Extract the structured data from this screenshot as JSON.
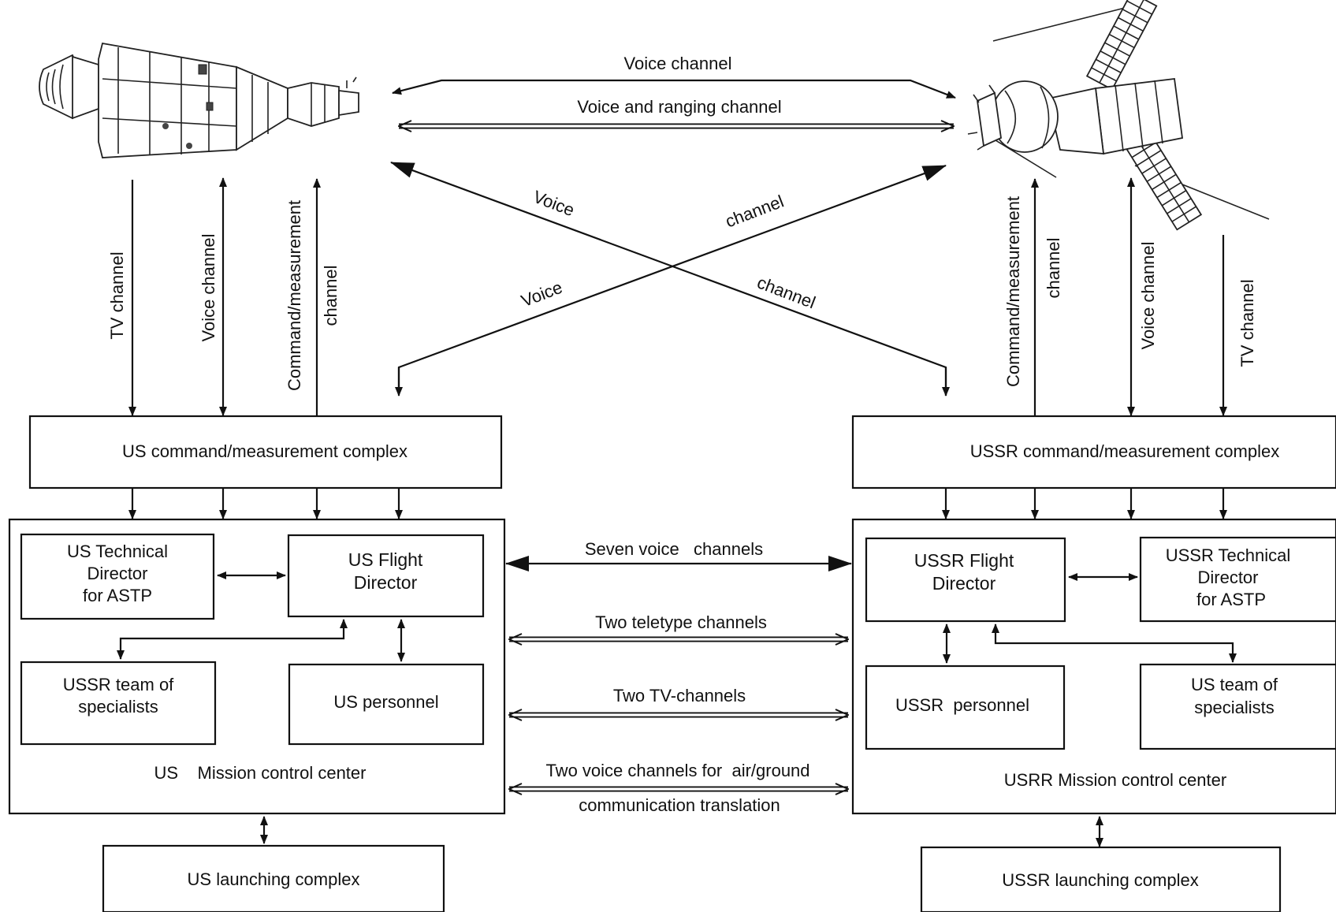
{
  "spacecraft": {
    "us_craft_icon": "apollo-spacecraft",
    "ussr_craft_icon": "soyuz-spacecraft"
  },
  "space_links": {
    "voice_channel": "Voice channel",
    "voice_ranging_channel": "Voice and ranging channel",
    "cross_us_voice": "Voice",
    "cross_us_channel": "channel",
    "cross_ussr_voice": "Voice",
    "cross_ussr_channel": "channel"
  },
  "us_vertical": {
    "tv_channel": "TV channel",
    "voice_channel": "Voice channel",
    "cmd_line1": "Command/measurement",
    "cmd_line2": "channel"
  },
  "ussr_vertical": {
    "cmd_line1": "Command/measurement",
    "cmd_line2": "channel",
    "voice_channel": "Voice channel",
    "tv_channel": "TV channel"
  },
  "us_side": {
    "cmd_complex": "US command/measurement complex",
    "tech_director": [
      "US Technical",
      "Director",
      "for ASTP"
    ],
    "flight_director": [
      "US Flight",
      "Director"
    ],
    "team": [
      "USSR team of",
      "specialists"
    ],
    "personnel": "US personnel",
    "center_label": "US    Mission control center",
    "launch_complex": "US launching complex"
  },
  "ussr_side": {
    "cmd_complex": "USSR command/measurement complex",
    "flight_director": [
      "USSR Flight",
      "Director"
    ],
    "tech_director": [
      "USSR Technical",
      "Director",
      "for ASTP"
    ],
    "personnel": "USSR  personnel",
    "team": [
      "US team of",
      "specialists"
    ],
    "center_label": "USRR Mission control center",
    "launch_complex": "USSR launching complex"
  },
  "ground_links": {
    "voice7": "Seven voice   channels",
    "teletype": "Two teletype channels",
    "tv": "Two TV-channels",
    "airground_1": "Two voice channels for  air/ground",
    "airground_2": "communication translation"
  }
}
